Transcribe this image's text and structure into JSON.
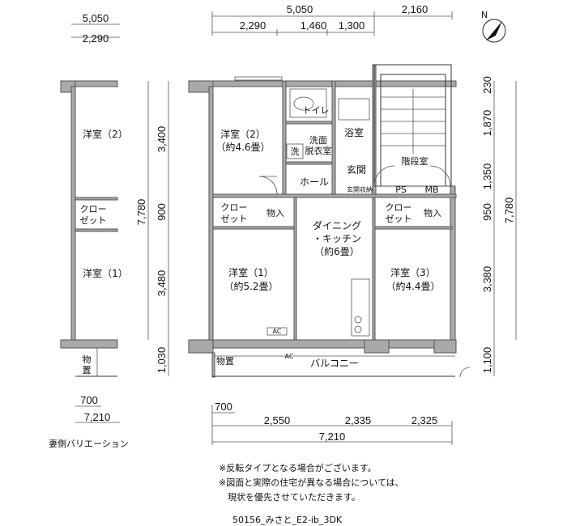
{
  "rooms": {
    "western2": "洋室（2）",
    "western2_size": "（約4.6畳）",
    "toilet": "トイレ",
    "bath": "浴室",
    "washroom_1": "洗面",
    "washroom_2": "脱衣室",
    "washer": "洗",
    "entrance": "玄関",
    "hall": "ホール",
    "shoe_storage": "玄関収納",
    "stairwell": "階段室",
    "ps": "PS",
    "mb": "MB",
    "closet_1": "クロー",
    "closet_2": "ゼット",
    "storage": "物入",
    "dk_1": "ダイニング",
    "dk_2": "・キッチン",
    "dk_3": "（約6畳）",
    "western1": "洋室（1）",
    "western1_size": "（約5.2畳）",
    "western3": "洋室（3）",
    "western3_size": "（約4.4畳）",
    "ac": "AC",
    "balcony": "バルコニー",
    "shed": "物置"
  },
  "dims": {
    "top_total": "5,050",
    "top_stair": "2,160",
    "top_a": "2,290",
    "top_b": "1,460",
    "top_c": "1,300",
    "right": [
      "230",
      "1,870",
      "1,350",
      "950",
      "3,380",
      "1,100"
    ],
    "right_total": "7,780",
    "left": [
      "3,400",
      "900",
      "3,480",
      "1,030"
    ],
    "left_total": "7,780",
    "bottom_a": "700",
    "bottom": [
      "2,550",
      "2,335",
      "2,325"
    ],
    "bottom_total": "7,210"
  },
  "variation": {
    "top_total": "5,050",
    "top_a": "2,290",
    "western2": "洋室（2）",
    "closet_1": "クロー",
    "closet_2": "ゼット",
    "western1": "洋室（1）",
    "shed_1": "物",
    "shed_2": "置",
    "bottom_a": "700",
    "bottom_total": "7,210",
    "caption": "妻側バリエーション"
  },
  "north": "N",
  "notes": [
    "※反転タイプとなる場合がございます。",
    "※図面と実際の住宅が異なる場合については、",
    "　現状を優先させていただきます。"
  ],
  "plan_id": "50156_みさと_E2-ib_3DK"
}
